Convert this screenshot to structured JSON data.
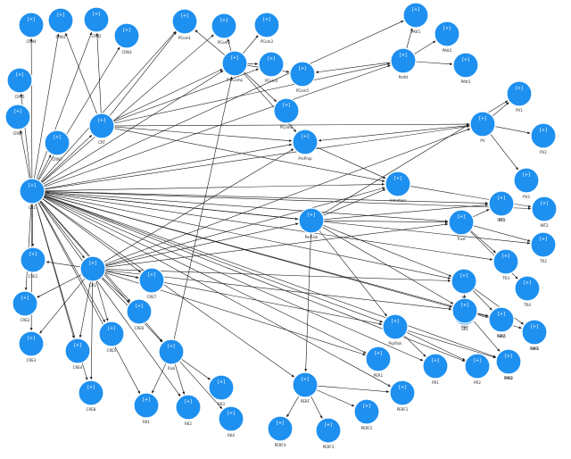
{
  "glyph": "[+]",
  "colors": {
    "node": "#1e90f0",
    "edge": "#1a1a1a",
    "label": "#222222"
  },
  "nodes": [
    {
      "id": "CR1",
      "label": "CR1"
    },
    {
      "id": "CRT",
      "label": "CRT"
    },
    {
      "id": "CRN1",
      "label": "CRN1"
    },
    {
      "id": "CRN2",
      "label": "CRN2"
    },
    {
      "id": "CRN3",
      "label": "CRN3"
    },
    {
      "id": "CRN4",
      "label": "CRN4"
    },
    {
      "id": "CRN5",
      "label": "CRN5"
    },
    {
      "id": "CRN6",
      "label": "CRN6"
    },
    {
      "id": "CRN7",
      "label": "CRN7"
    },
    {
      "id": "PCom1",
      "label": "PCom1"
    },
    {
      "id": "PCom2",
      "label": "PCom2"
    },
    {
      "id": "PCom3",
      "label": "PCom3"
    },
    {
      "id": "PCom4",
      "label": "PCom4"
    },
    {
      "id": "PCom5",
      "label": "PCom5"
    },
    {
      "id": "PCom6",
      "label": "PCom6"
    },
    {
      "id": "ProComp",
      "label": "ProComp"
    },
    {
      "id": "PoAtt",
      "label": "PoAtt"
    },
    {
      "id": "PAtt1",
      "label": "PAtt1"
    },
    {
      "id": "PAtt2",
      "label": "PAtt2"
    },
    {
      "id": "PAtt3",
      "label": "PAtt3"
    },
    {
      "id": "PV",
      "label": "PV"
    },
    {
      "id": "PV1",
      "label": "PV1"
    },
    {
      "id": "PV2",
      "label": "PV2"
    },
    {
      "id": "PV3",
      "label": "PV3"
    },
    {
      "id": "ProProp",
      "label": "ProProp"
    },
    {
      "id": "Intention",
      "label": "Intention"
    },
    {
      "id": "INT2",
      "label": "INT2"
    },
    {
      "id": "INT3",
      "label": "INT3"
    },
    {
      "id": "Trust",
      "label": "Trust"
    },
    {
      "id": "TR1",
      "label": "TR1"
    },
    {
      "id": "TR2",
      "label": "TR2"
    },
    {
      "id": "TR3",
      "label": "TR3"
    },
    {
      "id": "TR4",
      "label": "TR4"
    },
    {
      "id": "PerRisk",
      "label": "PerRisk"
    },
    {
      "id": "SR",
      "label": "SR"
    },
    {
      "id": "SR1",
      "label": "SR1"
    },
    {
      "id": "SR2",
      "label": "SR2"
    },
    {
      "id": "SR3",
      "label": "SR3"
    },
    {
      "id": "PsyRisk",
      "label": "PsyRisk"
    },
    {
      "id": "PR1",
      "label": "PR1"
    },
    {
      "id": "PR2",
      "label": "PR2"
    },
    {
      "id": "PR3",
      "label": "PR3"
    },
    {
      "id": "PER1",
      "label": "PER1"
    },
    {
      "id": "PERF",
      "label": "PERF"
    },
    {
      "id": "PERF1",
      "label": "PERF1"
    },
    {
      "id": "PERF2",
      "label": "PERF2"
    },
    {
      "id": "PERF3",
      "label": "PERF3"
    },
    {
      "id": "PERF4",
      "label": "PERF4"
    },
    {
      "id": "CR2",
      "label": "CR2"
    },
    {
      "id": "CRE1",
      "label": "CRE1"
    },
    {
      "id": "CRE2",
      "label": "CRE2"
    },
    {
      "id": "CRE3",
      "label": "CRE3"
    },
    {
      "id": "CRE4",
      "label": "CRE4"
    },
    {
      "id": "CRE5",
      "label": "CRE5"
    },
    {
      "id": "CRE6",
      "label": "CRE6"
    },
    {
      "id": "CRE7",
      "label": "CRE7"
    },
    {
      "id": "CRE8",
      "label": "CRE8"
    },
    {
      "id": "Risk",
      "label": "Risk"
    },
    {
      "id": "RK1",
      "label": "RK1"
    },
    {
      "id": "RK2",
      "label": "RK2"
    },
    {
      "id": "RK3",
      "label": "RK3"
    },
    {
      "id": "RK4",
      "label": "RK4"
    },
    {
      "id": "PHY",
      "label": "PHY"
    },
    {
      "id": "PHY1",
      "label": "PHY1"
    },
    {
      "id": "PHY2",
      "label": "PHY2"
    },
    {
      "id": "PHY3",
      "label": "PHY3"
    }
  ],
  "edges": [
    [
      "CR1",
      "CRN1"
    ],
    [
      "CR1",
      "CRN2"
    ],
    [
      "CR1",
      "CRN3"
    ],
    [
      "CR1",
      "CRN4"
    ],
    [
      "CR1",
      "CRN5"
    ],
    [
      "CR1",
      "CRN6"
    ],
    [
      "CR1",
      "CRN7"
    ],
    [
      "CR1",
      "CRT"
    ],
    [
      "CR1",
      "ProComp"
    ],
    [
      "CR1",
      "PoAtt"
    ],
    [
      "CR1",
      "PV"
    ],
    [
      "CR1",
      "ProProp"
    ],
    [
      "CR1",
      "Intention"
    ],
    [
      "CR1",
      "Trust"
    ],
    [
      "CR1",
      "PerRisk"
    ],
    [
      "CR1",
      "SR"
    ],
    [
      "CR1",
      "PsyRisk"
    ],
    [
      "CR1",
      "PHY"
    ],
    [
      "CR1",
      "Risk"
    ],
    [
      "CR1",
      "PERF"
    ],
    [
      "CR1",
      "CR2"
    ],
    [
      "CR1",
      "CRE1"
    ],
    [
      "CR1",
      "CRE2"
    ],
    [
      "CR1",
      "CRE3"
    ],
    [
      "CR1",
      "CRE4"
    ],
    [
      "CR1",
      "CRE5"
    ],
    [
      "CR1",
      "CRE6"
    ],
    [
      "CR1",
      "CRE7"
    ],
    [
      "CR1",
      "CRE8"
    ],
    [
      "CR1",
      "PCom1"
    ],
    [
      "CR1",
      "PCom2"
    ],
    [
      "CR1",
      "INT2"
    ],
    [
      "CR1",
      "TR1"
    ],
    [
      "CR1",
      "TR2"
    ],
    [
      "CR1",
      "TR3"
    ],
    [
      "CR1",
      "PR1"
    ],
    [
      "CR1",
      "PR2"
    ],
    [
      "CR1",
      "PER1"
    ],
    [
      "CR1",
      "PHY1"
    ],
    [
      "CR1",
      "PHY2"
    ],
    [
      "CR1",
      "RK1"
    ],
    [
      "CR1",
      "RK2"
    ],
    [
      "CR1",
      "PERF1"
    ],
    [
      "CR1",
      "PAtt1"
    ],
    [
      "CRT",
      "PCom1"
    ],
    [
      "CRT",
      "PCom4"
    ],
    [
      "CRT",
      "ProComp"
    ],
    [
      "CRT",
      "PoAtt"
    ],
    [
      "CRT",
      "ProProp"
    ],
    [
      "CRT",
      "PV"
    ],
    [
      "CRT",
      "Intention"
    ],
    [
      "CRT",
      "CRN1"
    ],
    [
      "CRT",
      "CRN2"
    ],
    [
      "ProComp",
      "PCom1"
    ],
    [
      "ProComp",
      "PCom2"
    ],
    [
      "ProComp",
      "PCom3"
    ],
    [
      "ProComp",
      "PCom4"
    ],
    [
      "ProComp",
      "PCom5"
    ],
    [
      "ProComp",
      "PCom6"
    ],
    [
      "ProComp",
      "ProProp"
    ],
    [
      "PoAtt",
      "PAtt1"
    ],
    [
      "PoAtt",
      "PAtt2"
    ],
    [
      "PoAtt",
      "PAtt3"
    ],
    [
      "PoAtt",
      "PCom5"
    ],
    [
      "PV",
      "PV1"
    ],
    [
      "PV",
      "PV2"
    ],
    [
      "PV",
      "PV3"
    ],
    [
      "PV",
      "ProProp"
    ],
    [
      "ProProp",
      "Intention"
    ],
    [
      "Intention",
      "INT2"
    ],
    [
      "Trust",
      "TR1"
    ],
    [
      "Trust",
      "TR2"
    ],
    [
      "Trust",
      "TR3"
    ],
    [
      "Trust",
      "TR4"
    ],
    [
      "PerRisk",
      "SR"
    ],
    [
      "PerRisk",
      "PsyRisk"
    ],
    [
      "PerRisk",
      "PHY"
    ],
    [
      "PerRisk",
      "PERF"
    ],
    [
      "PerRisk",
      "Intention"
    ],
    [
      "PerRisk",
      "Trust"
    ],
    [
      "PerRisk",
      "INT3"
    ],
    [
      "PerRisk",
      "PV1"
    ],
    [
      "SR",
      "SR1"
    ],
    [
      "SR",
      "SR2"
    ],
    [
      "SR",
      "SR3"
    ],
    [
      "PsyRisk",
      "PR1"
    ],
    [
      "PsyRisk",
      "PR2"
    ],
    [
      "PsyRisk",
      "PR3"
    ],
    [
      "PHY",
      "PHY1"
    ],
    [
      "PHY",
      "PHY2"
    ],
    [
      "PHY",
      "PHY3"
    ],
    [
      "PERF",
      "PERF1"
    ],
    [
      "PERF",
      "PERF2"
    ],
    [
      "PERF",
      "PERF3"
    ],
    [
      "PERF",
      "PERF4"
    ],
    [
      "CR2",
      "CRE1"
    ],
    [
      "CR2",
      "CRE2"
    ],
    [
      "CR2",
      "CRE3"
    ],
    [
      "CR2",
      "CRE4"
    ],
    [
      "CR2",
      "CRE5"
    ],
    [
      "CR2",
      "CRE6"
    ],
    [
      "CR2",
      "CRE7"
    ],
    [
      "CR2",
      "CRE8"
    ],
    [
      "CR2",
      "Intention"
    ],
    [
      "CR2",
      "ProProp"
    ],
    [
      "CR2",
      "PerRisk"
    ],
    [
      "CR2",
      "Risk"
    ],
    [
      "CR2",
      "PV"
    ],
    [
      "CR2",
      "Trust"
    ],
    [
      "CR2",
      "SR"
    ],
    [
      "CR2",
      "PHY"
    ],
    [
      "CR2",
      "PsyRisk"
    ],
    [
      "CR2",
      "PER1"
    ],
    [
      "Risk",
      "RK1"
    ],
    [
      "Risk",
      "RK2"
    ],
    [
      "Risk",
      "RK3"
    ],
    [
      "Risk",
      "RK4"
    ],
    [
      "Risk",
      "ProComp"
    ]
  ]
}
